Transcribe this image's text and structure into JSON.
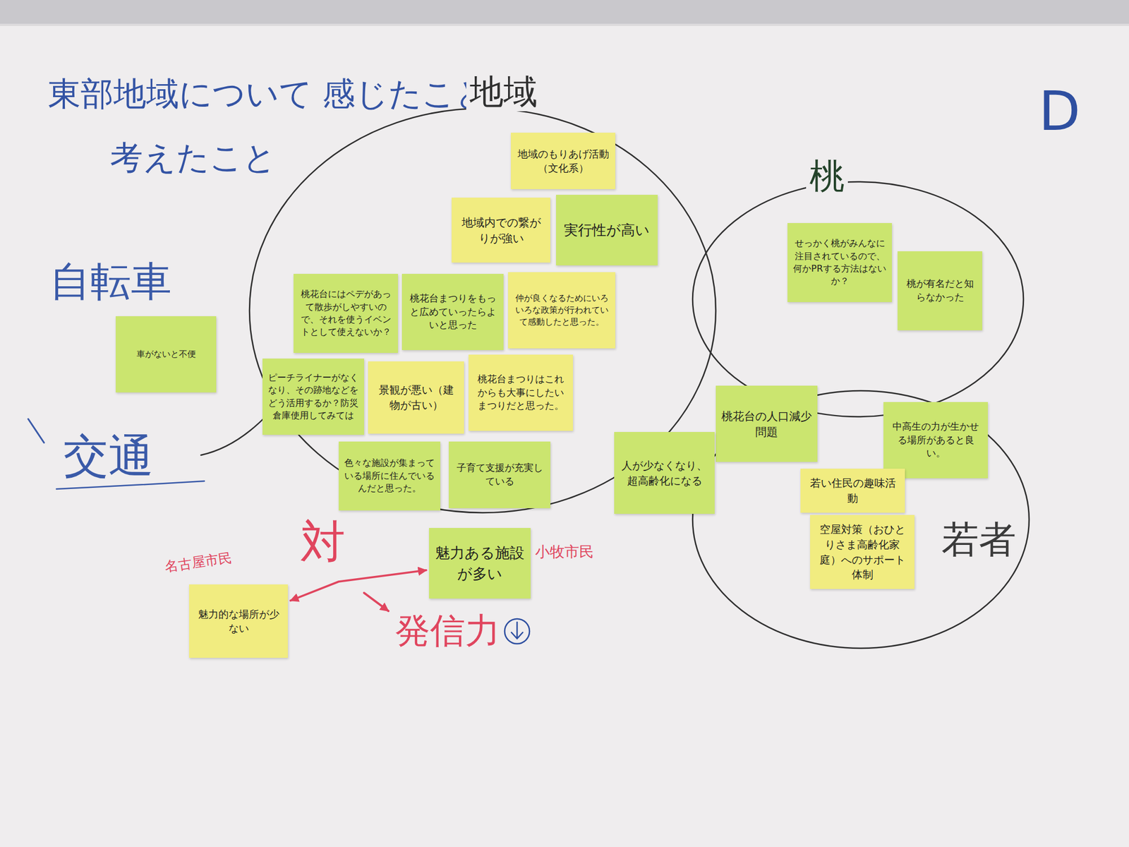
{
  "diagram": {
    "title": "東部地域について 感じたこと、考えたこと",
    "nodes": [
      {
        "text": [
          "地域"
        ]
      },
      {
        "text": [
          "地域のもりあげ活動（文化系）"
        ],
        "in": 0
      },
      {
        "text": [
          "地域内での繋がりが強い"
        ],
        "in": 0
      },
      {
        "text": [
          "実行性が高い"
        ],
        "in": 0
      },
      {
        "text": [
          "桃花台にはペデがあって散歩がしやすいので、それを使うイベントとして使えないか？"
        ],
        "in": 0
      },
      {
        "text": [
          "桃花台まつりをもっと広めていったらよいと思った"
        ],
        "in": 0
      },
      {
        "text": [
          "仲が良くなるためにいろいろな政策が行われていて感動したと思った。"
        ],
        "in": 0
      },
      {
        "text": [
          "ピーチライナーがなくなり、その跡地などをどう活用するか？防災倉庫使用してみては"
        ],
        "in": 0
      },
      {
        "text": [
          "景観が悪い（建物が古い）"
        ],
        "in": 0
      },
      {
        "text": [
          "桃花台まつりはこれからも大事にしたいまつりだと思った。"
        ],
        "in": 0
      },
      {
        "text": [
          "色々な施設が集まっている場所に住んでいるんだと思った。"
        ],
        "in": 0
      },
      {
        "text": [
          "子育て支援が充実している"
        ],
        "in": 0
      },
      {
        "text": [
          "桃"
        ]
      },
      {
        "text": [
          "せっかく桃がみんなに注目されているので、何かPRする方法はないか？"
        ],
        "in": 12
      },
      {
        "text": [
          "桃が有名だと知らなかった"
        ],
        "in": 12
      },
      {
        "text": [
          "若者"
        ]
      },
      {
        "text": [
          "中高生の力が生かせる場所があると良い。"
        ],
        "in": 15
      },
      {
        "text": [
          "若い住民の趣味活動"
        ],
        "in": 15
      },
      {
        "text": [
          "空屋対策（おひとりさま高齢化家庭）へのサポート体制"
        ],
        "in": 15
      },
      {
        "text": [
          "桃花台の人口減少問題"
        ]
      },
      {
        "text": [
          "人が少なくなり、超高齢化になる"
        ]
      },
      {
        "text": [
          "車がないと不便"
        ]
      },
      {
        "text": [
          "魅力ある施設が多い"
        ]
      },
      {
        "text": [
          "魅力的な場所が少ない"
        ]
      }
    ],
    "edges": [
      {
        "from": 22,
        "to": 23,
        "label": "対",
        "arrow": "both"
      }
    ],
    "labels": [
      "D",
      "自転車",
      "交通",
      "名古屋市民",
      "小牧市民",
      "発信力"
    ]
  }
}
